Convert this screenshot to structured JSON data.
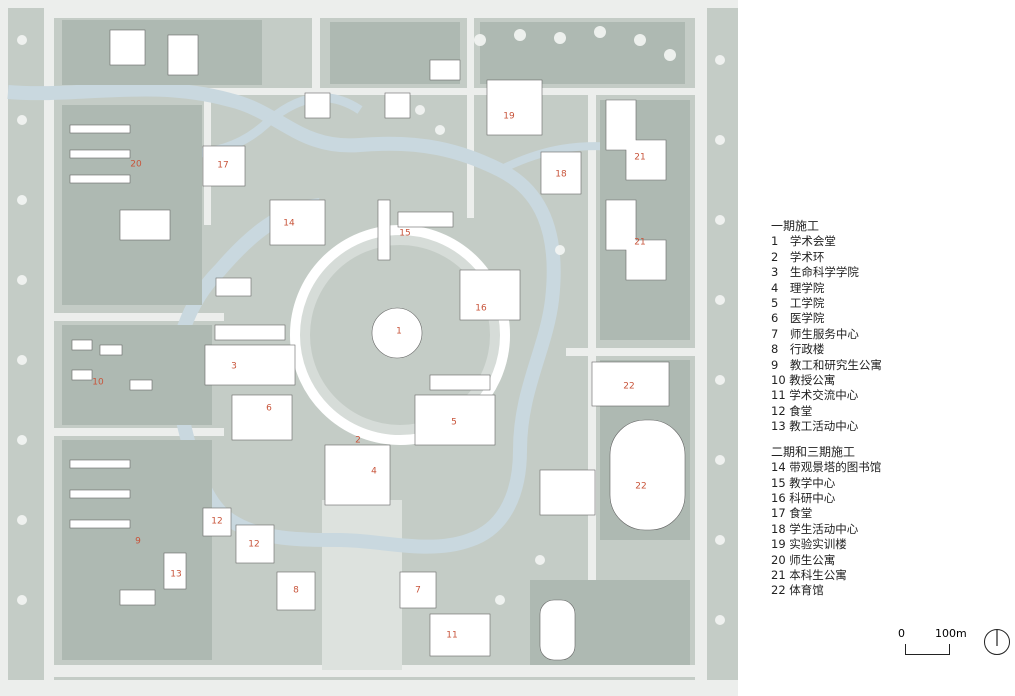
{
  "colors": {
    "ground": "#c4ccc6",
    "block": "#aeb9b2",
    "road": "#eceeec",
    "water": "#c9d8df",
    "building": "#ffffff",
    "label": "#c8543a"
  },
  "map_labels": {
    "l1": "1",
    "l2": "2",
    "l3": "3",
    "l4": "4",
    "l5": "5",
    "l6": "6",
    "l7": "7",
    "l8": "8",
    "l9": "9",
    "l10": "10",
    "l11": "11",
    "l12a": "12",
    "l12b": "12",
    "l13": "13",
    "l14": "14",
    "l15": "15",
    "l16": "16",
    "l17": "17",
    "l18": "18",
    "l19": "19",
    "l20": "20",
    "l21a": "21",
    "l21b": "21",
    "l22a": "22",
    "l22b": "22"
  },
  "legend": {
    "phase1": {
      "title": "一期施工",
      "items": [
        "1　学术会堂",
        "2　学术环",
        "3　生命科学学院",
        "4　理学院",
        "5　工学院",
        "6　医学院",
        "7　师生服务中心",
        "8　行政楼",
        "9　教工和研究生公寓",
        "10 教授公寓",
        "11 学术交流中心",
        "12 食堂",
        "13 教工活动中心"
      ]
    },
    "phase23": {
      "title": "二期和三期施工",
      "items": [
        "14 带观景塔的图书馆",
        "15 教学中心",
        "16 科研中心",
        "17 食堂",
        "18 学生活动中心",
        "19 实验实训楼",
        "20 师生公寓",
        "21 本科生公寓",
        "22 体育馆"
      ]
    }
  },
  "scale": {
    "start": "0",
    "end": "100m"
  },
  "icons": {
    "north": "north-arrow-icon"
  }
}
